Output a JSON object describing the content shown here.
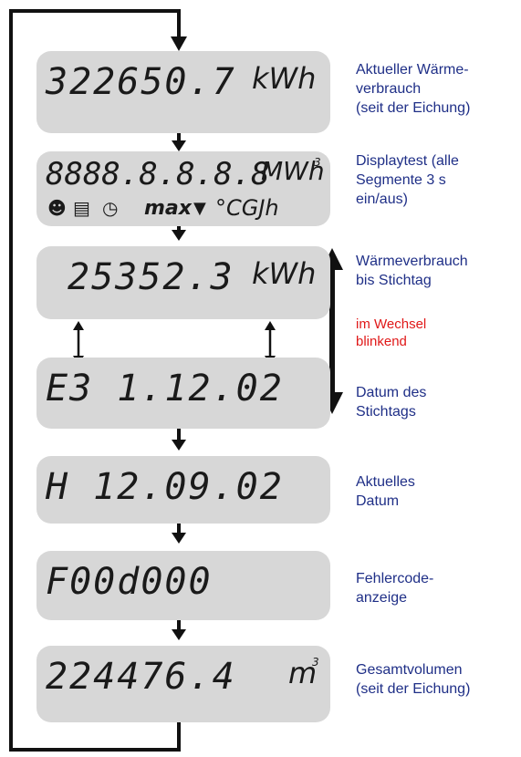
{
  "steps": [
    {
      "reading": "322650.7",
      "unit": "kWh",
      "caption": "Aktueller Wärme-\nverbrauch\n(seit der Eichung)"
    },
    {
      "reading": "8888.8.8.8.8",
      "unit": "MWh",
      "unit_sup": "3",
      "icons_row": "max",
      "units_row": "°CGJh",
      "caption": "Displaytest (alle\nSegmente 3 s\nein/aus)"
    },
    {
      "reading": "25352.3",
      "unit": "kWh",
      "caption": "Wärmeverbrauch\nbis Stichtag"
    },
    {
      "reading": "E3 1.12.02",
      "caption": "Datum des\nStichtags"
    },
    {
      "reading": "H 12.09.02",
      "caption": "Aktuelles\nDatum"
    },
    {
      "reading": "F00d000",
      "caption": "Fehlercode-\nanzeige"
    },
    {
      "reading": "224476.4",
      "unit": "m",
      "unit_sup": "3",
      "caption": "Gesamtvolumen\n(seit der Eichung)"
    }
  ],
  "alternate_note": "im Wechsel\nblinkend",
  "colors": {
    "caption": "#1f2f87",
    "note": "#e01818",
    "lcd": "#d7d7d7",
    "line": "#111111"
  }
}
